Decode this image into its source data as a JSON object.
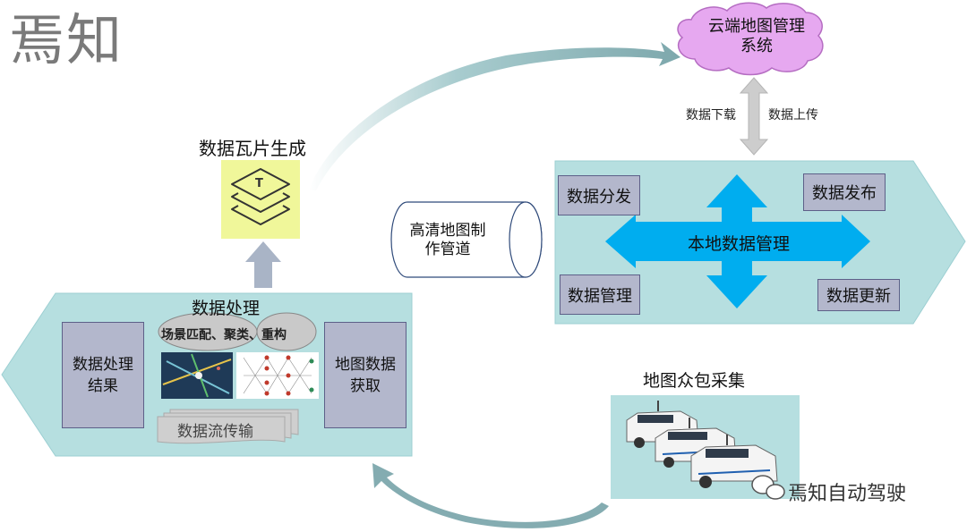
{
  "logo": "焉知",
  "cloud": {
    "label": "云端地图管理\n系统"
  },
  "sync": {
    "download": "数据下载",
    "upload": "数据上传"
  },
  "local": {
    "center": "本地数据管理",
    "distribute": "数据分发",
    "publish": "数据发布",
    "manage": "数据管理",
    "update": "数据更新"
  },
  "pipeline": {
    "label": "高清地图制\n作管道"
  },
  "tiles": {
    "title": "数据瓦片生成",
    "icon_letter": "T"
  },
  "processing": {
    "title": "数据处理",
    "chips": "场景匹配、聚类、重构",
    "result": "数据处理\n结果",
    "acquire": "地图数据\n获取",
    "stream": "数据流传输"
  },
  "crowd": {
    "title": "地图众包采集"
  },
  "watermark": "焉知自动驾驶",
  "colors": {
    "panel": "#b6dfe0",
    "arrow": "#00adef",
    "box": "#b3b7cc",
    "cloud": "#e6a8f0",
    "tile_bg": "#f0f79a"
  }
}
